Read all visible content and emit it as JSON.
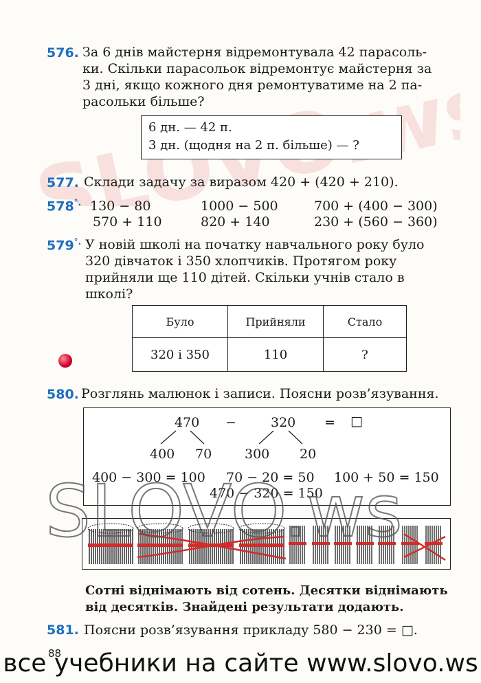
{
  "p576": {
    "number": "576.",
    "lines": [
      "За 6 днів майстерня відремонтувала 42 парасоль-",
      "ки. Скільки парасольок відремонтує майстерня за",
      "3 дні, якщо кожного дня ремонтуватиме на 2 па-",
      "расольки більше?"
    ],
    "box": [
      "6 дн. — 42 п.",
      "3 дн. (щодня на 2 п. більше) — ?"
    ]
  },
  "p577": {
    "number": "577.",
    "text": "Склади задачу за виразом 420 + (420 + 210)."
  },
  "p578": {
    "number": "578",
    "mark": "°.",
    "cols": [
      [
        "130 − 80",
        "570 + 110"
      ],
      [
        "1000 − 500",
        "820 + 140"
      ],
      [
        "700 + (400 − 300)",
        "230 + (560 − 360)"
      ]
    ]
  },
  "p579": {
    "number": "579",
    "mark": "°.",
    "lines": [
      "У новій школі на початку навчального року було",
      "320 дівчаток і 350 хлопчиків. Протягом року",
      "прийняли ще 110 дітей. Скільки учнів стало в",
      "школі?"
    ],
    "table": {
      "headers": [
        "Було",
        "Прийняли",
        "Стало"
      ],
      "values": [
        "320 і 350",
        "110",
        "?"
      ]
    }
  },
  "p580": {
    "number": "580.",
    "text": "Розглянь малюнок і записи. Поясни розв’язування.",
    "top": {
      "a": "470",
      "minus": "−",
      "b": "320",
      "eq": "=",
      "box": "□"
    },
    "split": [
      "400",
      "70",
      "300",
      "20"
    ],
    "eqs": [
      "400 − 300 = 100",
      "70 − 20 = 50",
      "100 + 50 = 150"
    ],
    "final": "470 − 320 = 150",
    "rule": [
      "Сотні віднімають від сотень. Десятки віднімають",
      "від десятків. Знайдені результати додають."
    ]
  },
  "p581": {
    "number": "581.",
    "text": "Поясни розв’язування прикладу 580 − 230 = □."
  },
  "page_number": "88",
  "watermark": {
    "top": "SLOVO.ws",
    "middle": "SLOVO.ws"
  },
  "footer": "все учебники на сайте www.slovo.ws",
  "colors": {
    "number": "#1f6fc0",
    "watermark_red": "#e8b4b4",
    "stick_red": "#d42a2a"
  }
}
